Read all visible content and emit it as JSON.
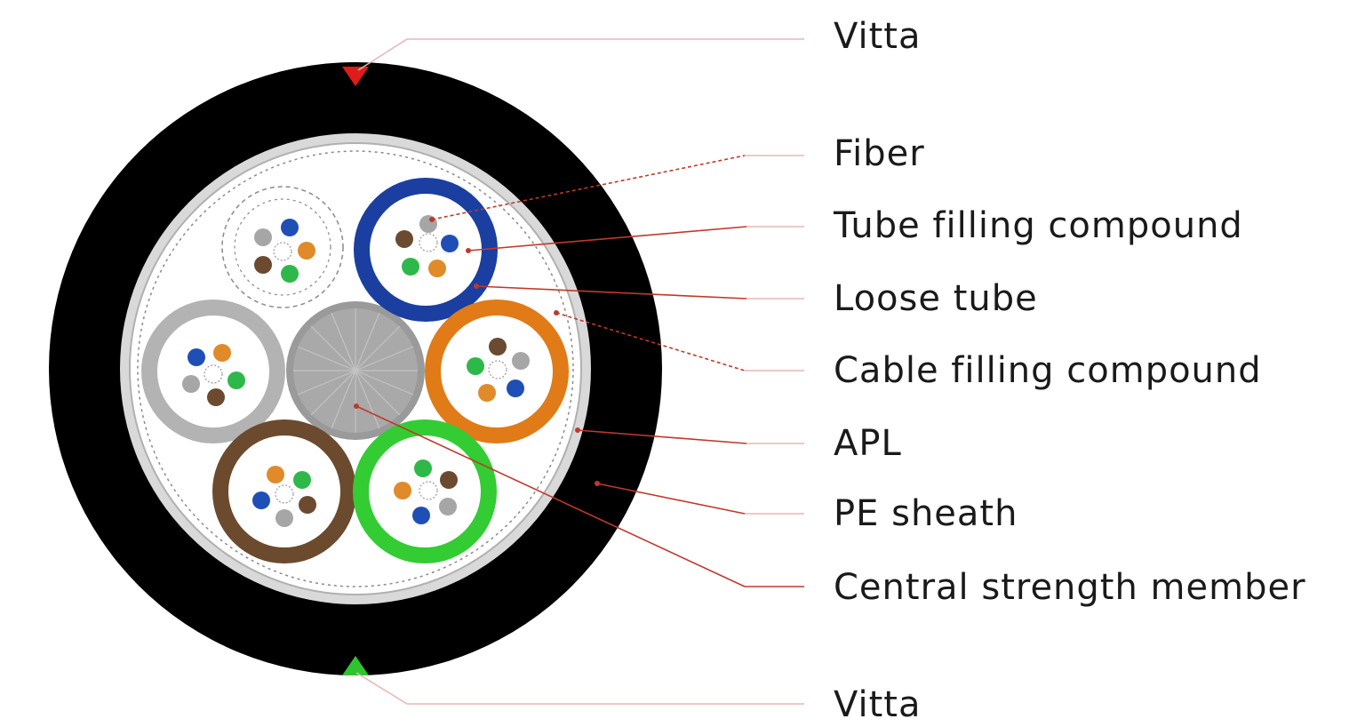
{
  "labels": {
    "vitta_top": "Vitta",
    "fiber": "Fiber",
    "tube_filling_compound": "Tube filling compound",
    "loose_tube": "Loose tube",
    "cable_filling_compound": "Cable filling compound",
    "apl": "APL",
    "pe_sheath": "PE sheath",
    "central_strength_member": "Central strength member",
    "vitta_bottom": "Vitta"
  },
  "colors": {
    "sheath": "#000000",
    "apl": "#d9d9d9",
    "vitta_top": "#e01b1b",
    "vitta_bottom": "#2fc42f",
    "leader": "#c0392b",
    "tube_blue": "#1a3fa0",
    "tube_orange": "#e07b17",
    "tube_green": "#33cc33",
    "tube_brown": "#6b4a2e",
    "tube_grey": "#b3b3b3",
    "fiber_blue": "#1f4fb5",
    "fiber_orange": "#e08a2a",
    "fiber_green": "#2fb84a",
    "fiber_brown": "#6b4a30",
    "fiber_grey": "#a6a6a6"
  }
}
